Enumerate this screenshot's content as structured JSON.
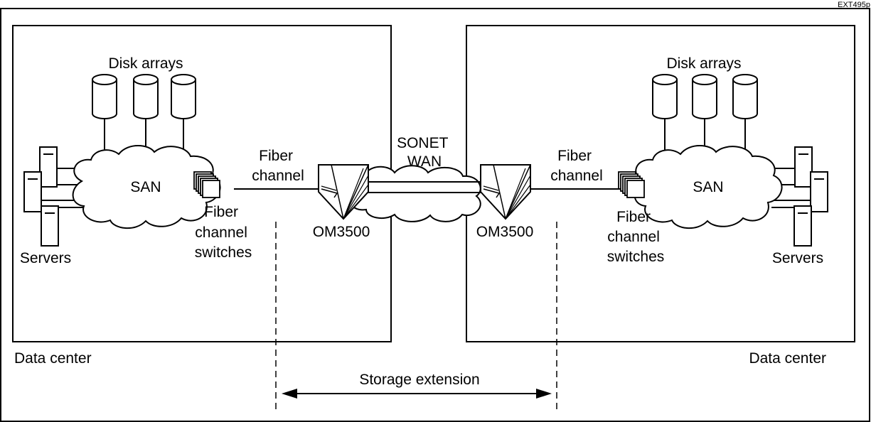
{
  "figure_id": "EXT495p",
  "left_center": {
    "disk_label": "Disk arrays",
    "san_label": "SAN",
    "servers_label": "Servers",
    "switches_label_lines": [
      "Fiber",
      "channel",
      "switches"
    ],
    "fiber_channel_lines": [
      "Fiber",
      "channel"
    ],
    "node_label": "OM3500",
    "center_label": "Data center"
  },
  "right_center": {
    "disk_label": "Disk arrays",
    "san_label": "SAN",
    "servers_label": "Servers",
    "switches_label_lines": [
      "Fiber",
      "channel",
      "switches"
    ],
    "fiber_channel_lines": [
      "Fiber",
      "channel"
    ],
    "node_label": "OM3500",
    "center_label": "Data center"
  },
  "wan_label_lines": [
    "SONET",
    "WAN"
  ],
  "extension_label": "Storage extension"
}
